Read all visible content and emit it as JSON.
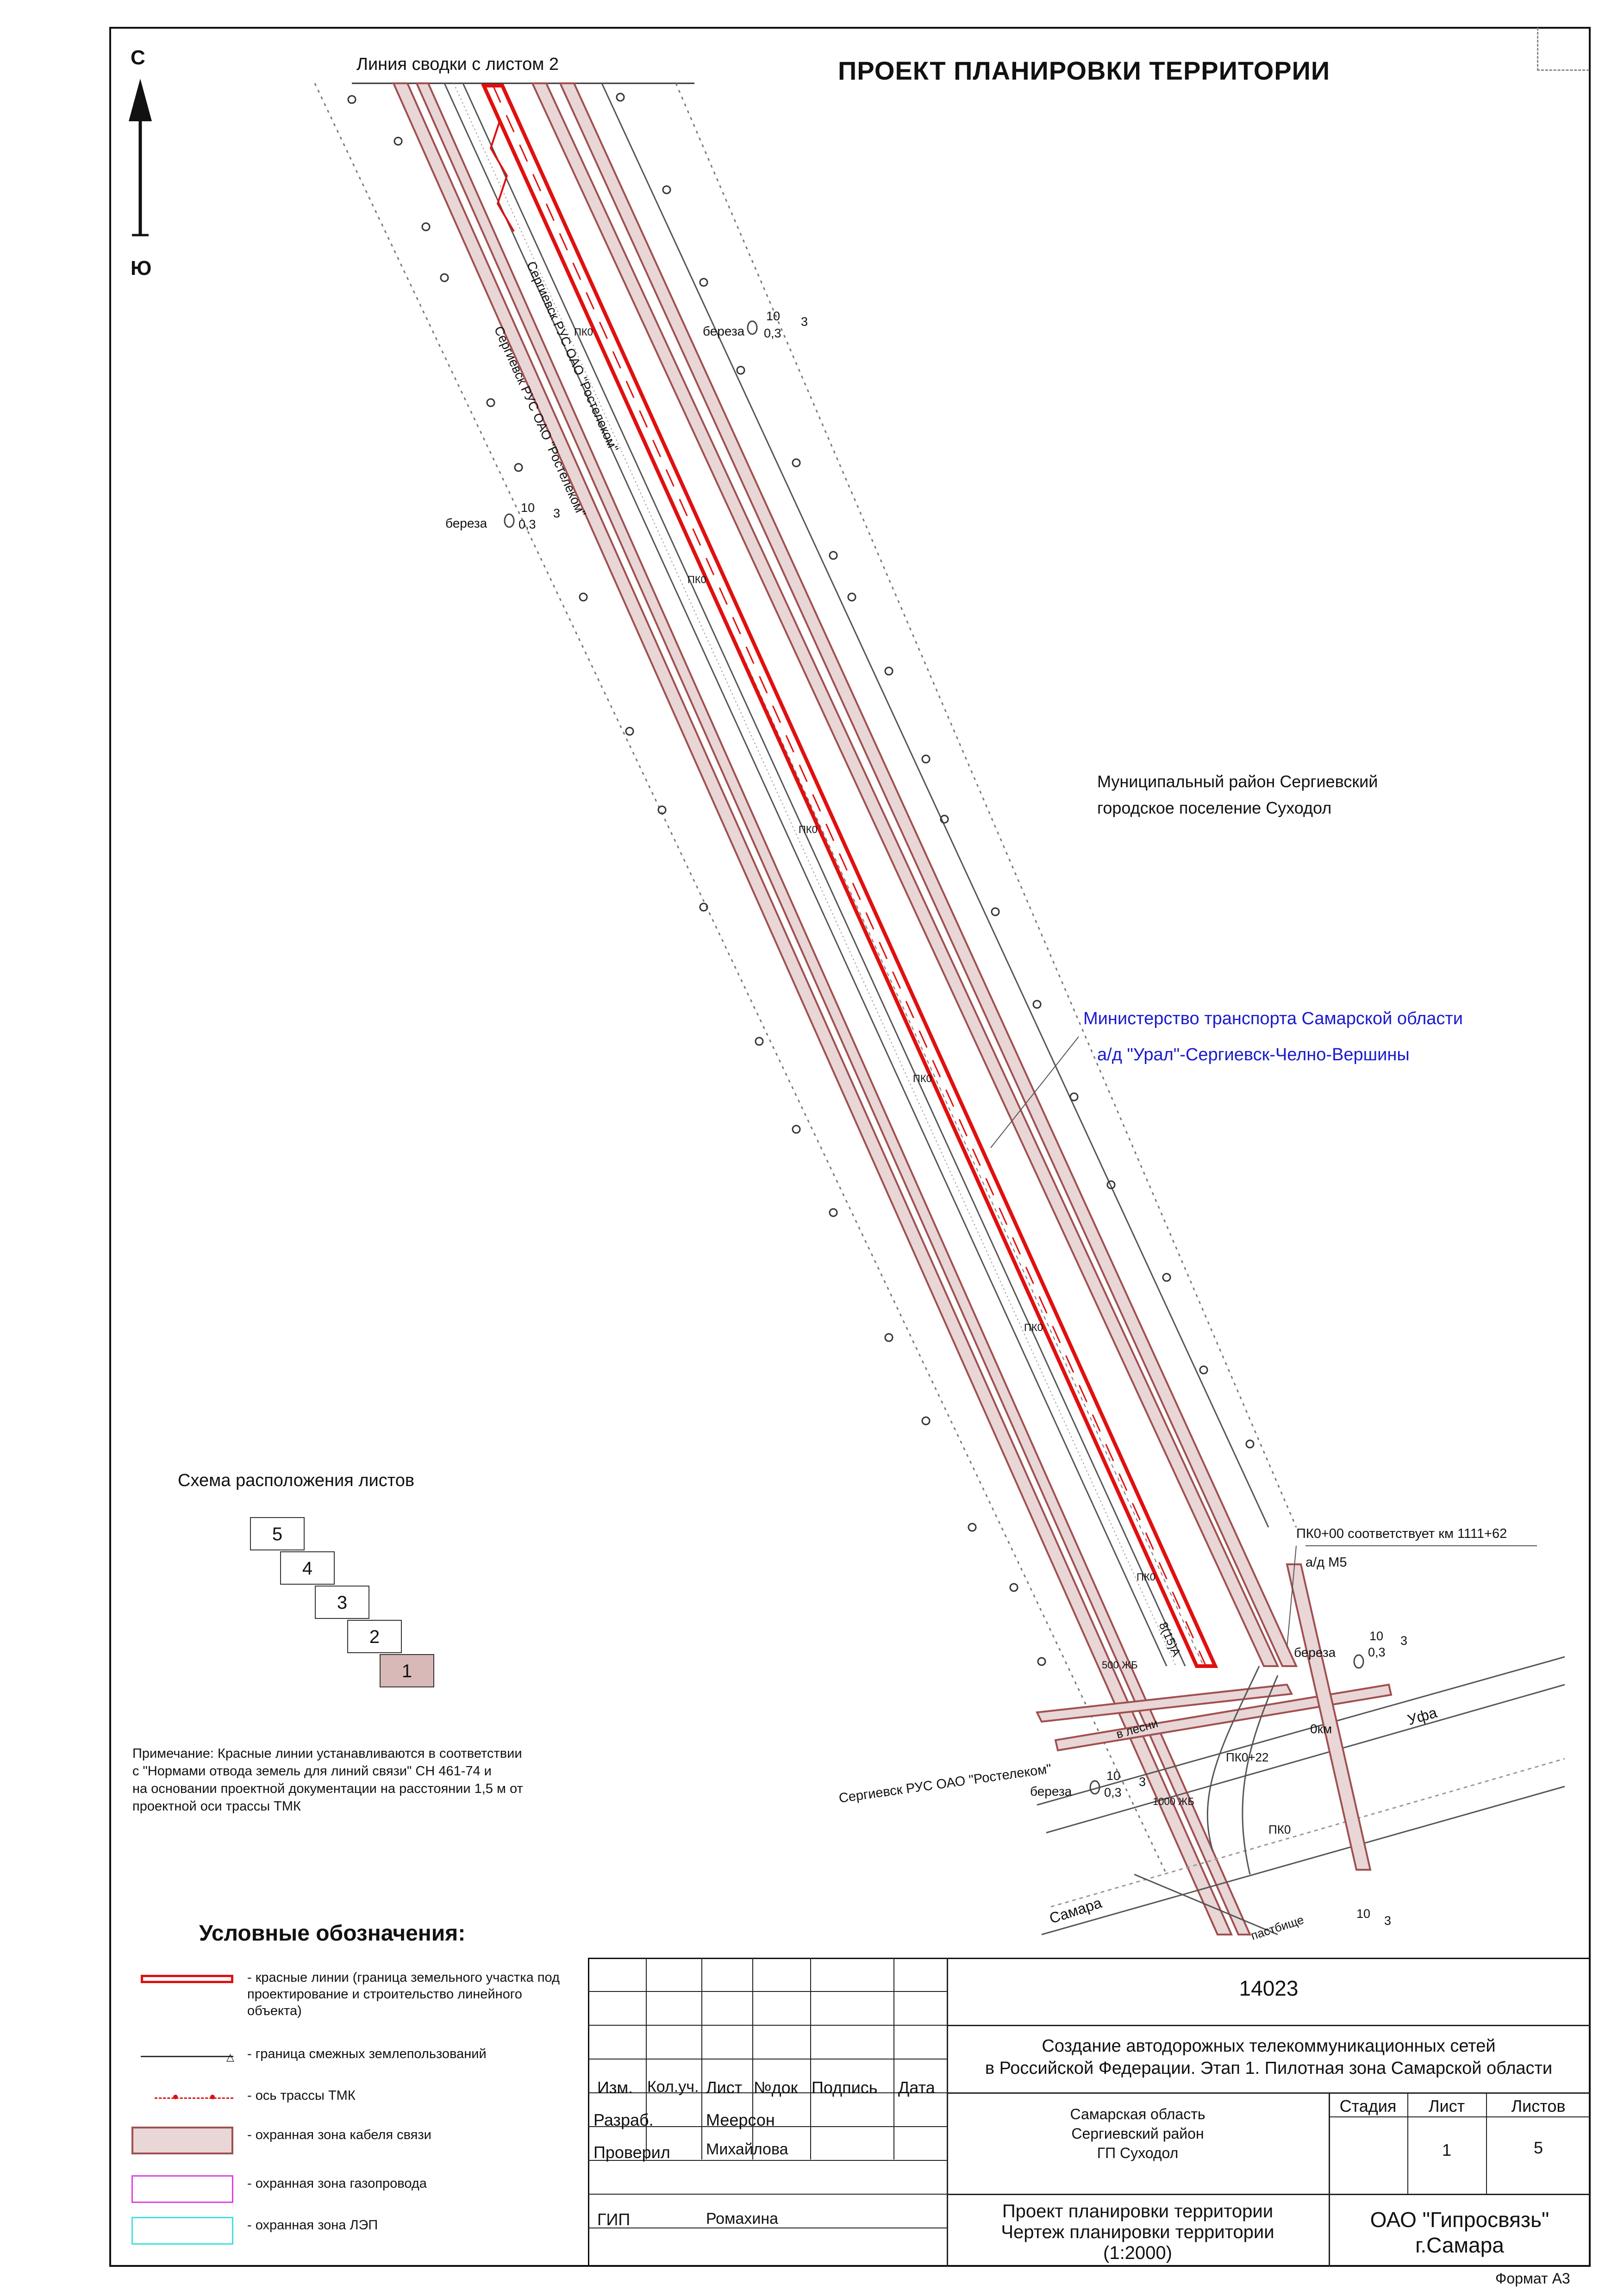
{
  "header": {
    "title": "ПРОЕКТ ПЛАНИРОВКИ ТЕРРИТОРИИ",
    "sheet_link": "Линия сводки с листом 2"
  },
  "compass": {
    "north": "С",
    "south": "Ю"
  },
  "map_labels": {
    "cable_upper": "Сергиевск РУС ОАО \"Ростелеком\"",
    "cable_lower": "Сергиевск РУС ОАО \"Ростелеком\"",
    "cable_bottom": "Сергиевск РУС ОАО \"Ростелеком\"",
    "district_line1": "Муниципальный район Сергиевский",
    "district_line2": "городское поселение Суходол",
    "ministry": "Министерство транспорта Самарской области",
    "road": "а/д \"Урал\"-Сергиевск-Челно-Вершины",
    "pk_note": "ПК0+00 соответствует км 1111+62",
    "road_m5": "а/д М5",
    "pk": "ПК0",
    "pk_22": "ПК0+22",
    "km0": "0км",
    "ufa": "Уфа",
    "samara": "Самара",
    "pole500": "500 ЖБ",
    "pole1000": "1000 ЖБ",
    "birch": "береза",
    "tree_h": "10",
    "tree_d": "0,3",
    "tree_n": "3",
    "side_road": "в лесни",
    "bottom_word": "пастбище",
    "cable_small": "8(15)А"
  },
  "sheets_scheme": {
    "title": "Схема расположения листов",
    "sheets": [
      "5",
      "4",
      "3",
      "2",
      "1"
    ],
    "active": "1"
  },
  "note": {
    "line1": "Примечание: Красные линии устанавливаются в соответствии",
    "line2": "с \"Нормами отвода земель для линий связи\" СН 461-74 и",
    "line3": "на основании проектной документации на расстоянии 1,5 м от",
    "line4": "проектной оси трассы ТМК"
  },
  "legend": {
    "title": "Условные обозначения:",
    "items": [
      "- красные линии (граница земельного участка под проектирование и строительство линейного объекта)",
      "- граница смежных землепользований",
      "- ось трассы ТМК",
      "- охранная зона кабеля связи",
      "- охранная зона газопровода",
      "- охранная зона ЛЭП"
    ]
  },
  "title_block": {
    "code": "14023",
    "project_line1": "Создание автодорожных телекоммуникационных сетей",
    "project_line2": "в Российской Федерации. Этап 1. Пилотная зона Самарской области",
    "cols": [
      "Изм.",
      "Кол.уч.",
      "Лист",
      "№док",
      "Подпись",
      "Дата"
    ],
    "roles": [
      {
        "role": "Разраб.",
        "name": "Меерсон"
      },
      {
        "role": "Проверил",
        "name": "Михайлова"
      },
      {
        "role": "ГИП",
        "name": "Ромахина"
      }
    ],
    "location_line1": "Самарская область",
    "location_line2": "Сергиевский район",
    "location_line3": "ГП Суходол",
    "stage_header": "Стадия",
    "sheet_header": "Лист",
    "sheets_header": "Листов",
    "sheet_value": "1",
    "sheets_value": "5",
    "drawing_line1": "Проект планировки территории",
    "drawing_line2": "Чертеж планировки территории",
    "drawing_line3": "(1:2000)",
    "org_line1": "ОАО \"Гипросвязь\"",
    "org_line2": "г.Самара",
    "format": "Формат А3"
  },
  "colors": {
    "red_line": "#e01010",
    "cable_zone": "#a05050",
    "gas_zone": "#e040e0",
    "lep_zone": "#40e0e0",
    "label_blue": "#1a1acc"
  }
}
